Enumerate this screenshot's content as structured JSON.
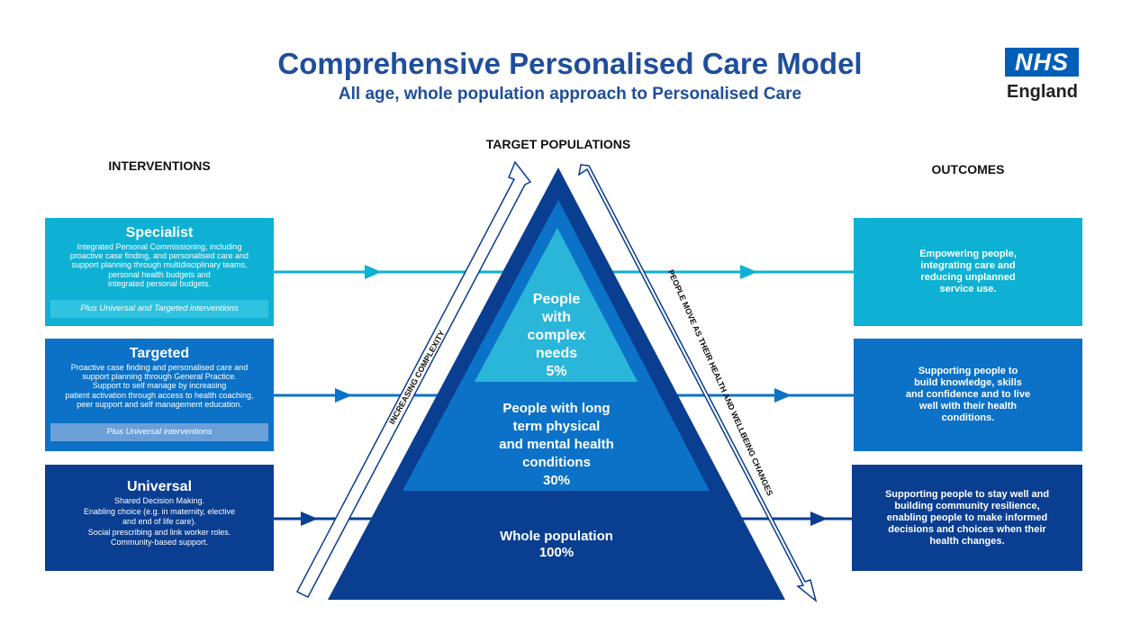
{
  "header": {
    "title": "Comprehensive Personalised Care Model",
    "subtitle": "All age, whole population approach to Personalised Care",
    "logo_text": "NHS",
    "logo_region": "England"
  },
  "columns": {
    "interventions": "INTERVENTIONS",
    "target_populations": "TARGET POPULATIONS",
    "outcomes": "OUTCOMES"
  },
  "interventions": {
    "specialist": {
      "heading": "Specialist",
      "description": "Integrated Personal Commissioning, including\nproactive case finding, and personalised care and\nsupport planning through multidisciplinary teams,\npersonal health budgets and\nintegrated personal budgets.",
      "plus": "Plus Universal and Targeted interventions"
    },
    "targeted": {
      "heading": "Targeted",
      "description": "Proactive case finding and personalised care and\nsupport planning through General Practice.\nSupport to self manage by increasing\npatient activation through access to health coaching,\npeer support and self management education.",
      "plus": "Plus Universal interventions"
    },
    "universal": {
      "heading": "Universal",
      "description": "Shared Decision Making.\nEnabling choice (e.g. in maternity, elective\nand end of life care).\nSocial prescribing and link worker roles.\nCommunity-based support."
    }
  },
  "populations": {
    "complex": "People\nwith\ncomplex\nneeds\n5%",
    "long_term": "People with long\nterm physical\nand mental health\nconditions\n30%",
    "whole": "Whole population\n100%"
  },
  "arrows": {
    "left": "INCREASING COMPLEXITY",
    "right": "PEOPLE MOVE AS THEIR HEALTH AND WELLBEING CHANGES"
  },
  "outcomes": {
    "specialist": "Empowering people,\nintegrating care and\nreducing unplanned\nservice use.",
    "targeted": "Supporting people to\nbuild knowledge, skills\nand confidence and to live\nwell with their health\nconditions.",
    "universal": "Supporting people to stay well and\nbuilding community resilience,\nenabling people to make informed\ndecisions and choices when their\nhealth changes."
  },
  "colors": {
    "title": "#1f4e9a",
    "nhs_blue": "#005eb8",
    "specialist": "#0eb1d4",
    "targeted": "#0b72c7",
    "universal": "#0a3e91",
    "pyramid_outer": "#0a3e91",
    "pyramid_middle": "#0b72c7",
    "pyramid_inner": "#2ab6d9"
  }
}
